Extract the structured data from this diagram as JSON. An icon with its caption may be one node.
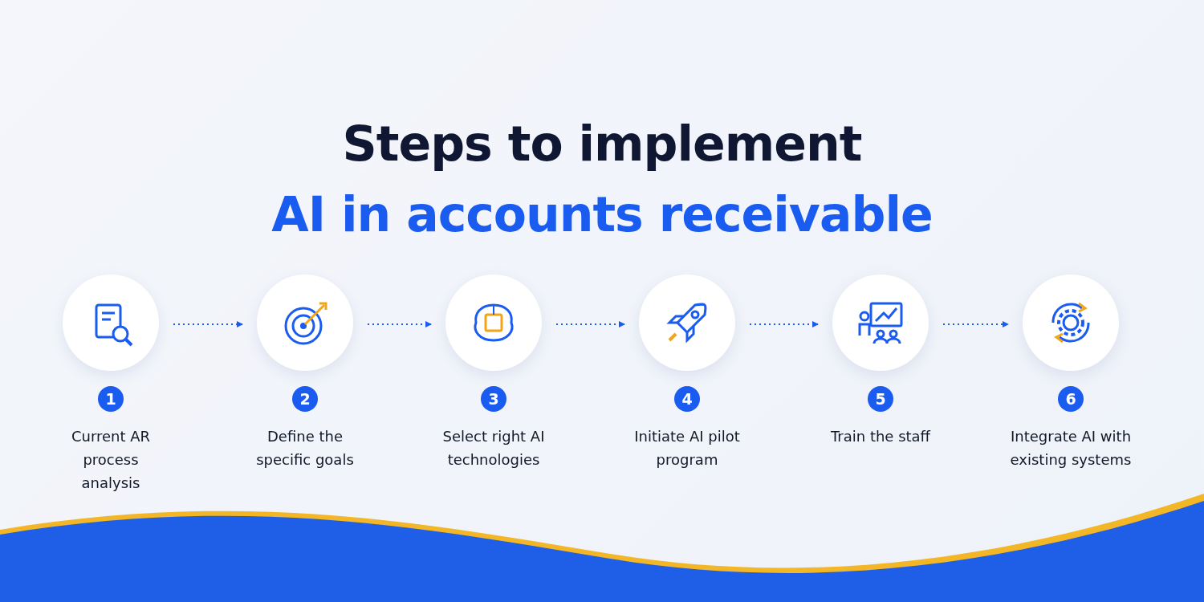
{
  "diagram": {
    "title": "Steps to implement **AI in accounts receivable**",
    "nodes": [
      {
        "text": [],
        "shape": "circle",
        "beside": [
          "1",
          "Current AR process analysis"
        ]
      },
      {
        "text": [],
        "shape": "circle",
        "beside": [
          "2",
          "Define the specific goals"
        ]
      },
      {
        "text": [],
        "shape": "circle",
        "beside": [
          "3",
          "Select right AI technologies"
        ]
      },
      {
        "text": [],
        "shape": "circle",
        "beside": [
          "4",
          "Initiate AI pilot program"
        ]
      },
      {
        "text": [],
        "shape": "circle",
        "beside": [
          "5",
          "Train the staff"
        ]
      },
      {
        "text": [],
        "shape": "circle",
        "beside": [
          "6",
          "Integrate AI with existing systems"
        ]
      }
    ],
    "edges": [
      {
        "from": 0,
        "to": 1,
        "arrow": "to",
        "style": "dashed"
      },
      {
        "from": 1,
        "to": 2,
        "arrow": "to",
        "style": "dashed"
      },
      {
        "from": 2,
        "to": 3,
        "arrow": "to",
        "style": "dashed"
      },
      {
        "from": 3,
        "to": 4,
        "arrow": "to",
        "style": "dashed"
      },
      {
        "from": 4,
        "to": 5,
        "arrow": "to",
        "style": "dashed"
      }
    ]
  }
}
